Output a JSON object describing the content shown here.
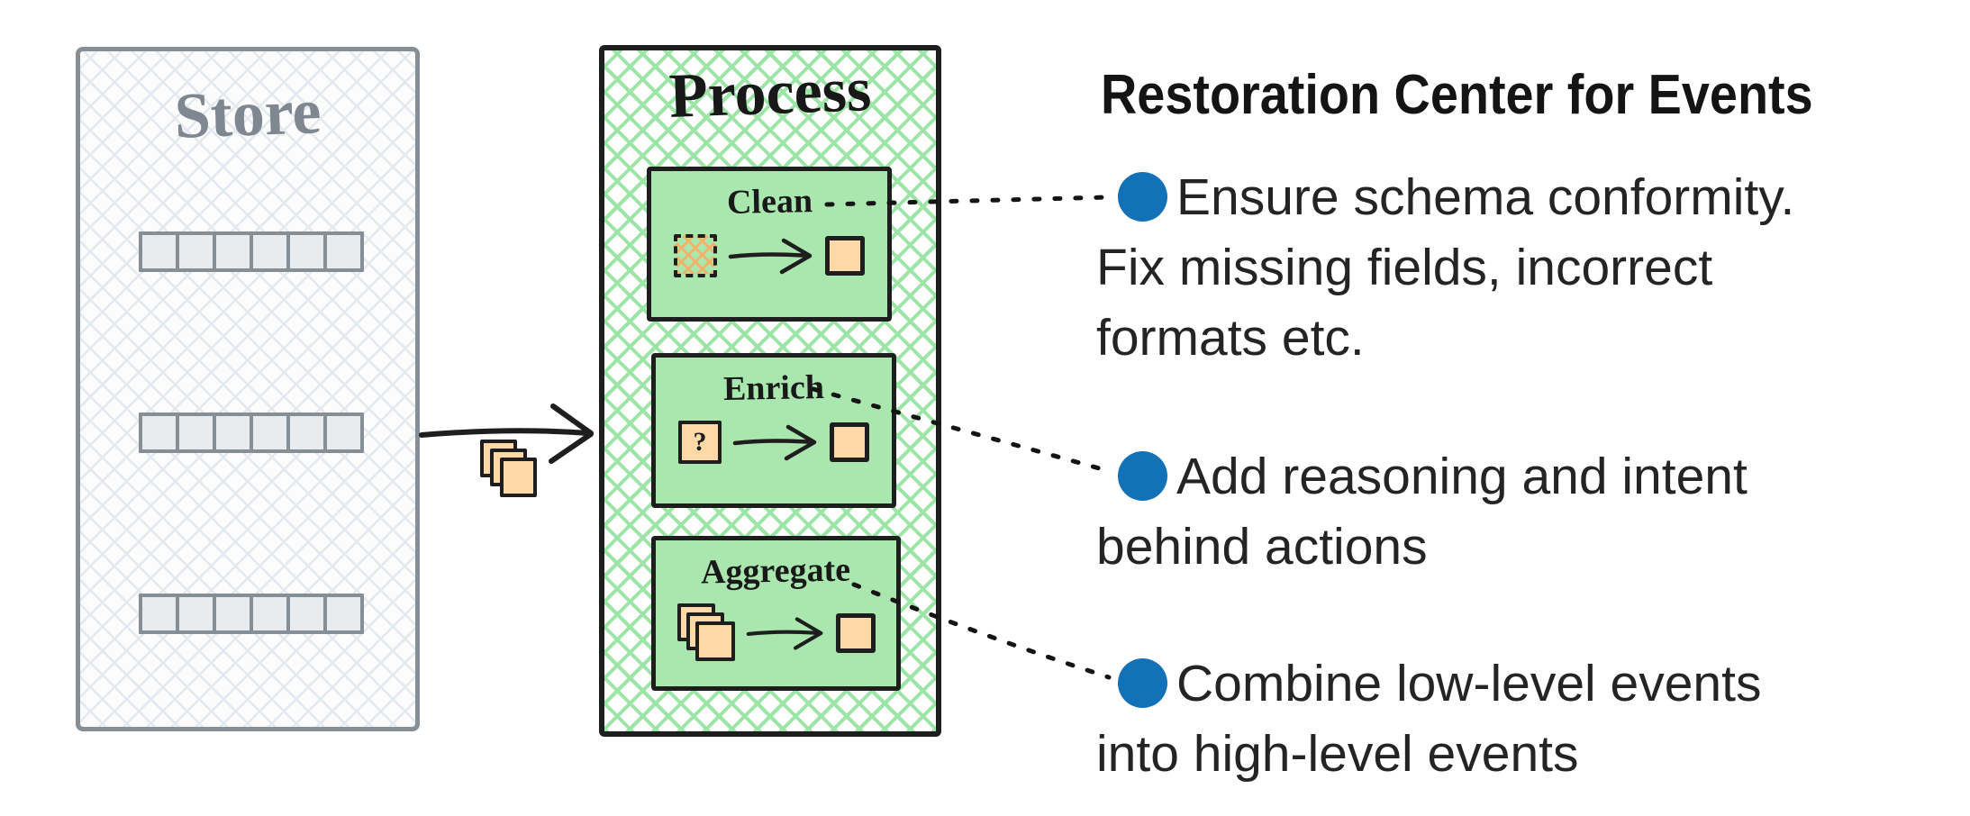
{
  "colors": {
    "ink": "#1e1e1e",
    "accent_blue": "#1371b8",
    "green_fill": "#a9e7ae",
    "green_hatch": "#9de5a7",
    "orange_fill": "#ffd8a8",
    "orange_hatch": "#f2b368",
    "gray_border": "#868e96",
    "gray_fill": "#e9ecef",
    "gray_hatch": "#e4e8ef",
    "text_dark": "#242424"
  },
  "store": {
    "title": "Store",
    "rows": 3,
    "cells_per_row": 6
  },
  "process": {
    "title": "Process",
    "steps": [
      {
        "label": "Clean"
      },
      {
        "label": "Enrich",
        "question_mark": "?"
      },
      {
        "label": "Aggregate"
      }
    ]
  },
  "notes": {
    "title": "Restoration Center for Events",
    "items": [
      {
        "text": "Ensure schema conformity.\nFix missing fields, incorrect\nformats etc."
      },
      {
        "text": "Add reasoning and intent\nbehind actions"
      },
      {
        "text": "Combine low-level events\ninto high-level events"
      }
    ]
  },
  "icons": {
    "store_to_process_arrow": "arrow-right",
    "step_arrow": "arrow-right",
    "note_bullet": "filled-circle",
    "event_square": "orange-square",
    "event_stack": "stacked-orange-squares",
    "dirty_event": "dashed-crosshatch-square"
  }
}
